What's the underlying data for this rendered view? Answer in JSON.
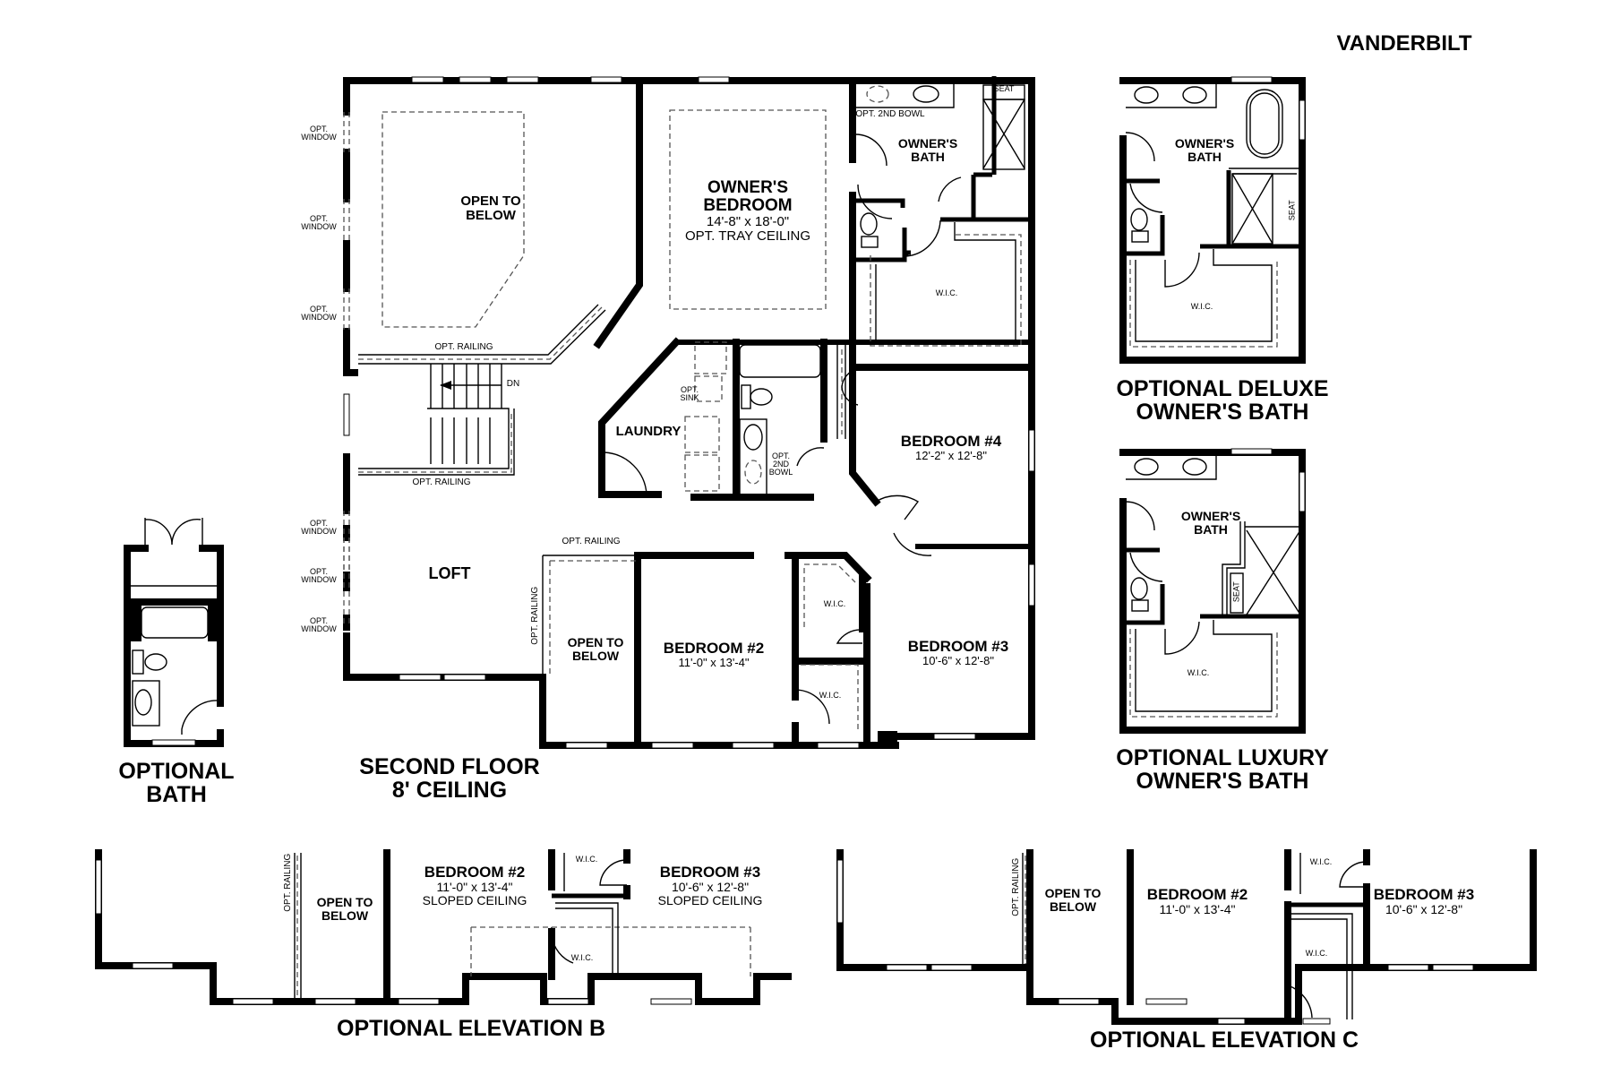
{
  "plan_name": "VANDERBILT",
  "main_plan": {
    "title_line1": "SECOND FLOOR",
    "title_line2": "8' CEILING",
    "rooms": {
      "open_to_below_1": {
        "name_line1": "OPEN TO",
        "name_line2": "BELOW"
      },
      "owners_bedroom": {
        "name_line1": "OWNER'S",
        "name_line2": "BEDROOM",
        "dimensions": "14'-8\" x 18'-0\"",
        "note": "OPT. TRAY CEILING"
      },
      "owners_bath": {
        "name_line1": "OWNER'S",
        "name_line2": "BATH",
        "note_bowl": "OPT. 2ND BOWL",
        "note_seat": "SEAT",
        "wic": "W.I.C."
      },
      "laundry": {
        "name": "LAUNDRY",
        "note_sink_1": "OPT.",
        "note_sink_2": "SINK"
      },
      "hall_bath": {
        "note_1": "OPT.",
        "note_2": "2ND",
        "note_3": "BOWL"
      },
      "bedroom_4": {
        "name": "BEDROOM #4",
        "dimensions": "12'-2\" x 12'-8\""
      },
      "loft": {
        "name": "LOFT"
      },
      "open_to_below_2": {
        "name_line1": "OPEN TO",
        "name_line2": "BELOW"
      },
      "bedroom_2": {
        "name": "BEDROOM #2",
        "dimensions": "11'-0\" x 13'-4\""
      },
      "bedroom_3": {
        "name": "BEDROOM #3",
        "dimensions": "10'-6\" x 12'-8\""
      },
      "wic_1": "W.I.C.",
      "wic_2": "W.I.C."
    },
    "stairs_label": "DN",
    "railing_labels": [
      "OPT. RAILING",
      "OPT. RAILING",
      "OPT. RAILING",
      "OPT. RAILING"
    ],
    "window_labels": [
      {
        "l1": "OPT.",
        "l2": "WINDOW"
      },
      {
        "l1": "OPT.",
        "l2": "WINDOW"
      },
      {
        "l1": "OPT.",
        "l2": "WINDOW"
      },
      {
        "l1": "OPT.",
        "l2": "WINDOW"
      },
      {
        "l1": "OPT.",
        "l2": "WINDOW"
      },
      {
        "l1": "OPT.",
        "l2": "WINDOW"
      }
    ]
  },
  "deluxe_bath": {
    "title_line1": "OPTIONAL DELUXE",
    "title_line2": "OWNER'S BATH",
    "room_line1": "OWNER'S",
    "room_line2": "BATH",
    "seat": "SEAT",
    "wic": "W.I.C."
  },
  "luxury_bath": {
    "title_line1": "OPTIONAL LUXURY",
    "title_line2": "OWNER'S BATH",
    "room_line1": "OWNER'S",
    "room_line2": "BATH",
    "seat": "SEAT",
    "wic": "W.I.C."
  },
  "optional_bath": {
    "title_line1": "OPTIONAL",
    "title_line2": "BATH"
  },
  "elevation_b": {
    "title": "OPTIONAL ELEVATION B",
    "railing": "OPT. RAILING",
    "open_line1": "OPEN TO",
    "open_line2": "BELOW",
    "bedroom_2": {
      "name": "BEDROOM #2",
      "dimensions": "11'-0\" x 13'-4\"",
      "note": "SLOPED CEILING"
    },
    "bedroom_3": {
      "name": "BEDROOM #3",
      "dimensions": "10'-6\" x 12'-8\"",
      "note": "SLOPED CEILING"
    },
    "wic_1": "W.I.C.",
    "wic_2": "W.I.C."
  },
  "elevation_c": {
    "title": "OPTIONAL ELEVATION C",
    "railing": "OPT. RAILING",
    "open_line1": "OPEN TO",
    "open_line2": "BELOW",
    "bedroom_2": {
      "name": "BEDROOM #2",
      "dimensions": "11'-0\" x 13'-4\""
    },
    "bedroom_3": {
      "name": "BEDROOM #3",
      "dimensions": "10'-6\" x 12'-8\""
    },
    "wic_1": "W.I.C.",
    "wic_2": "W.I.C."
  },
  "colors": {
    "ink": "#000000",
    "paper": "#ffffff",
    "dash": "#555555"
  }
}
